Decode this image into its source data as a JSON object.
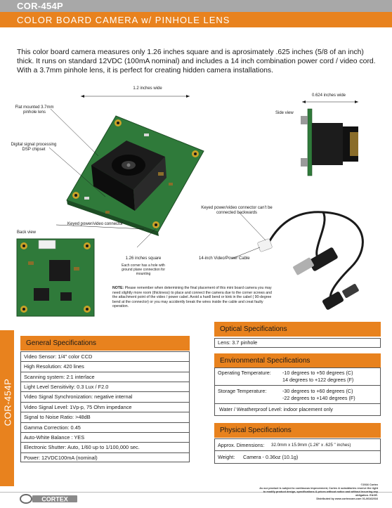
{
  "header": {
    "model": "COR-454P",
    "title": "COLOR BOARD CAMERA w/ PINHOLE LENS"
  },
  "intro": "This color board camera measures only 1.26 inches square and is aprosimately .625 inches (5/8 of an inch) thick.  It runs on standard 12VDC (100mA nominal) and includes a 14 inch combination power cord / video cord. With a 3.7mm pinhole lens, it is perfect for creating hidden camera installations.",
  "diagram": {
    "width_label": "1.2 inches wide",
    "side_width_label": "0.624 inches wide",
    "side_view": "Side view",
    "lens_label": "Flat mounted 3.7mm pinhole lens",
    "dsp_label": "Digital signal processing DSP chipset",
    "back_view": "Back view",
    "connector_label": "Keyed power/video connector",
    "square_label": "1.26 inches square",
    "corner_label": "Each corner has a hole with ground plane connection for mounting",
    "keyed_label": "Keyed power/video connector can't be connected backwards",
    "cable_label": "14-inch Video/Power Cable",
    "note_prefix": "NOTE:",
    "note": " Please remember when determining the final placement of this mini board camera you may need slightly more room (thickness) to place and connect the camera due to the corner screws and the attachment point of the video / power cabel.  Avoid a hardl bend or kink in the cabel ( 90-degree bend at the connector) or you may accidently break the wires inside the cable and creat faulty operation."
  },
  "side_tab": "COR-454P",
  "general": {
    "heading": "General Specifications",
    "rows": [
      "Video Sensor: 1/4\" color  CCD",
      "High Resolution: 420 lines",
      "Scanning system: 2:1 interlace",
      "Light Level Sensitivity: 0.3 Lux / F2.0",
      "Video Signal Synchronization: negative internal",
      "Video Signal Level: 1Vp-p, 75 Ohm impedance",
      "Signal to Noise Ratio: >48dB",
      "Gamma Correction: 0.45",
      " Auto-White Balance : YES",
      "Electronic Shutter: Auto, 1/60 up to 1/100,000 sec.",
      " Power: 12VDC100mA (nominal)"
    ]
  },
  "optical": {
    "heading": "Optical Specifications",
    "lens": "Lens: 3.7 pinhole"
  },
  "environmental": {
    "heading": "Environmental Specifications",
    "op_label": "Operating Temperature:",
    "op_c": "-10 degrees to +50 degrees (C)",
    "op_f": "14 degrees to +122 degrees (F)",
    "st_label": "Storage Temperature:",
    "st_c": "-30 degrees to +60 degrees (C)",
    "st_f": "-22 degrees to +140 degrees (F)",
    "weather": "Water / Weatherproof Level: indoor placement only"
  },
  "physical": {
    "heading": "Physical Specifications",
    "dim_label": "Approx. Dimensions:",
    "dim_value": "32.0mm x 15.9mm (1.26\" x .625 \" inches)",
    "weight_label": "Weight:",
    "weight_value": "Camera - 0.36oz (10.1g)"
  },
  "footer": {
    "logo": "CORTEX",
    "legal_1": "©2016 Cortex",
    "legal_2": "As our product is subject to continuous improvement, Cortex & subsidiaries reserve the right to modify product design, specifications & prices without notice and without incurring any obligation. E&OE.",
    "legal_3": "Distributed by www.cortexcam.com    01-06162016"
  },
  "colors": {
    "orange": "#e8821e",
    "grey": "#a8a8a8",
    "pcb": "#2f7a3a"
  }
}
